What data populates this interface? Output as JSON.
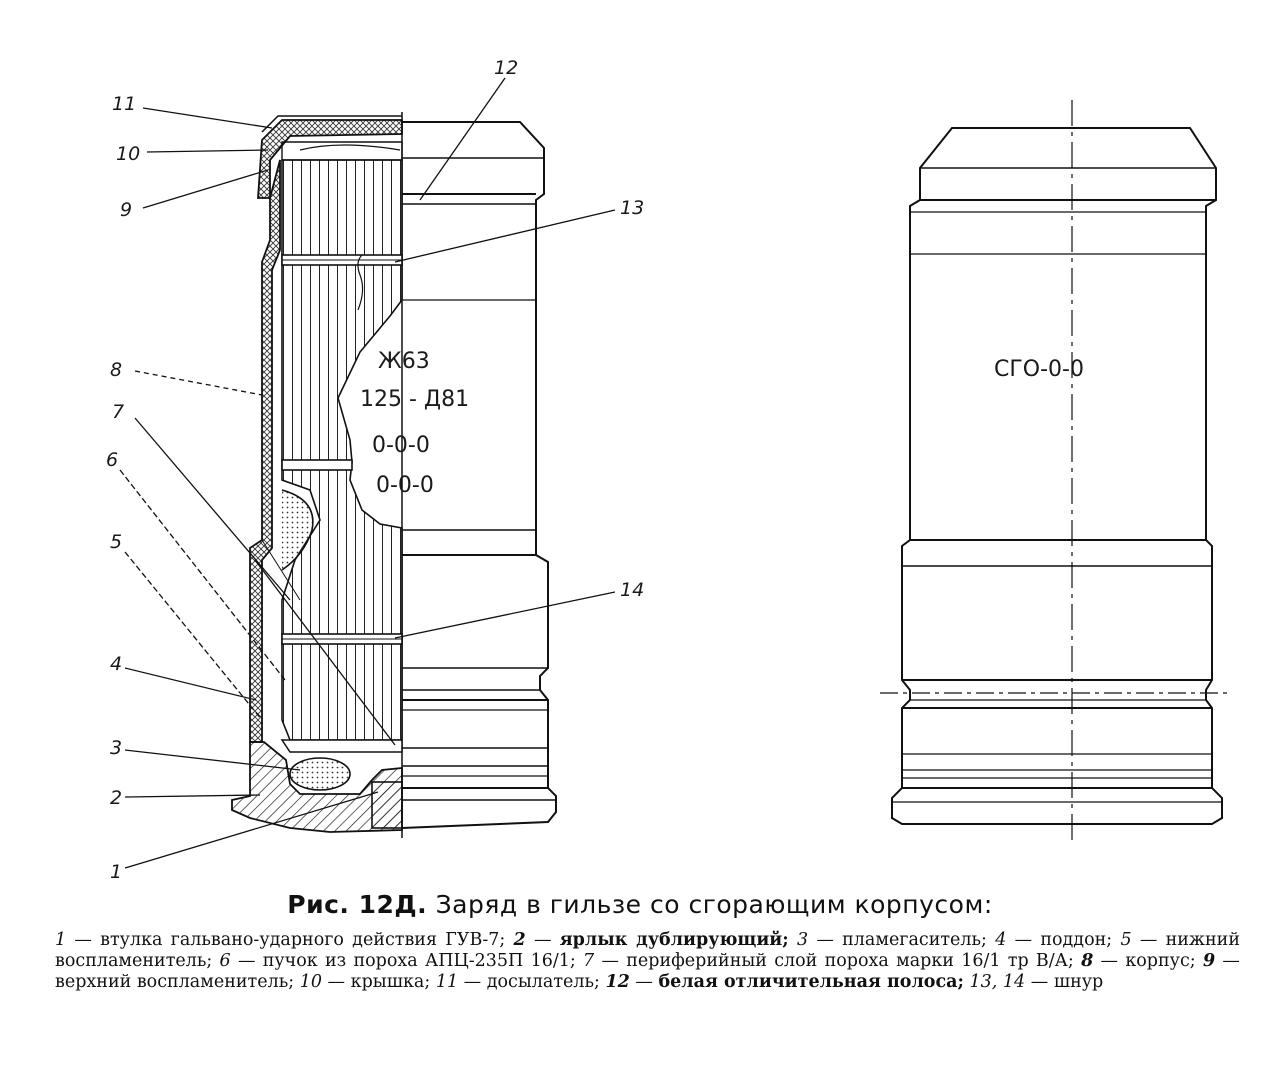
{
  "callouts": [
    "11",
    "10",
    "9",
    "8",
    "7",
    "6",
    "5",
    "4",
    "3",
    "2",
    "1",
    "12",
    "13",
    "14"
  ],
  "left_markings": {
    "line1": "Ж63",
    "line2": "125 - Д81",
    "line3": "0-0-0",
    "line4": "0-0-0"
  },
  "right_marking": "СГО-0-0",
  "caption": {
    "prefix": "Рис. 12Д.",
    "title": "Заряд в гильзе со сгорающим корпусом:"
  },
  "legend": [
    {
      "num": "1",
      "text": "втулка гальвано-ударного действия ГУВ-7;",
      "bold": false
    },
    {
      "num": "2",
      "text": "ярлык дублирующий;",
      "bold": true
    },
    {
      "num": "3",
      "text": "пламегаситель;",
      "bold": false
    },
    {
      "num": "4",
      "text": "поддон;",
      "bold": false
    },
    {
      "num": "5",
      "text": "нижний воспламенитель;",
      "bold": false
    },
    {
      "num": "6",
      "text": "пучок из пороха АПЦ-235П 16/1;",
      "bold": false
    },
    {
      "num": "7",
      "text": "периферийный слой пороха марки 16/1 тр В/А;",
      "bold": false
    },
    {
      "num": "8",
      "text": "корпус;",
      "bold": false
    },
    {
      "num": "9",
      "text": "верхний воспламенитель;",
      "bold": false
    },
    {
      "num": "10",
      "text": "крышка;",
      "bold": false
    },
    {
      "num": "11",
      "text": "досылатель;",
      "bold": false
    },
    {
      "num": "12",
      "text": "белая отличительная полоса;",
      "bold": true
    },
    {
      "num": "13, 14",
      "text": "шнур",
      "bold": false
    }
  ]
}
